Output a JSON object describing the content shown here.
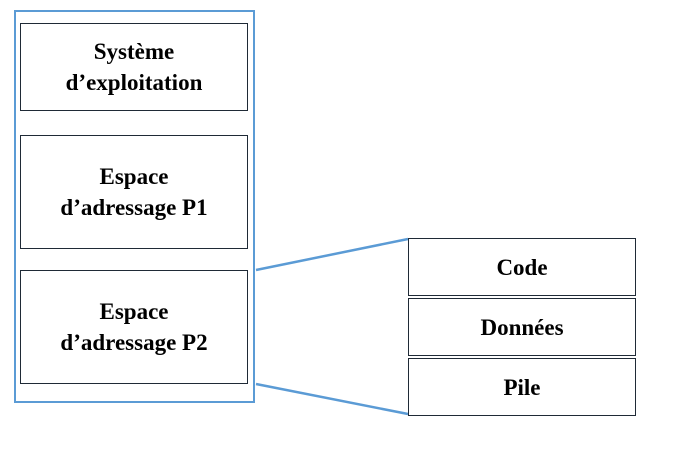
{
  "memory": {
    "segments": [
      {
        "id": "os",
        "lines": [
          "Système",
          "d’exploitation"
        ]
      },
      {
        "id": "p1",
        "lines": [
          "Espace",
          "d’adressage P1"
        ]
      },
      {
        "id": "p2",
        "lines": [
          "Espace",
          "d’adressage P2"
        ]
      }
    ]
  },
  "process_detail": {
    "blocks": [
      "Code",
      "Données",
      "Pile"
    ]
  },
  "colors": {
    "frame": "#5b9bd5",
    "connector": "#5b9bd5",
    "box_border": "#1f2a36"
  }
}
